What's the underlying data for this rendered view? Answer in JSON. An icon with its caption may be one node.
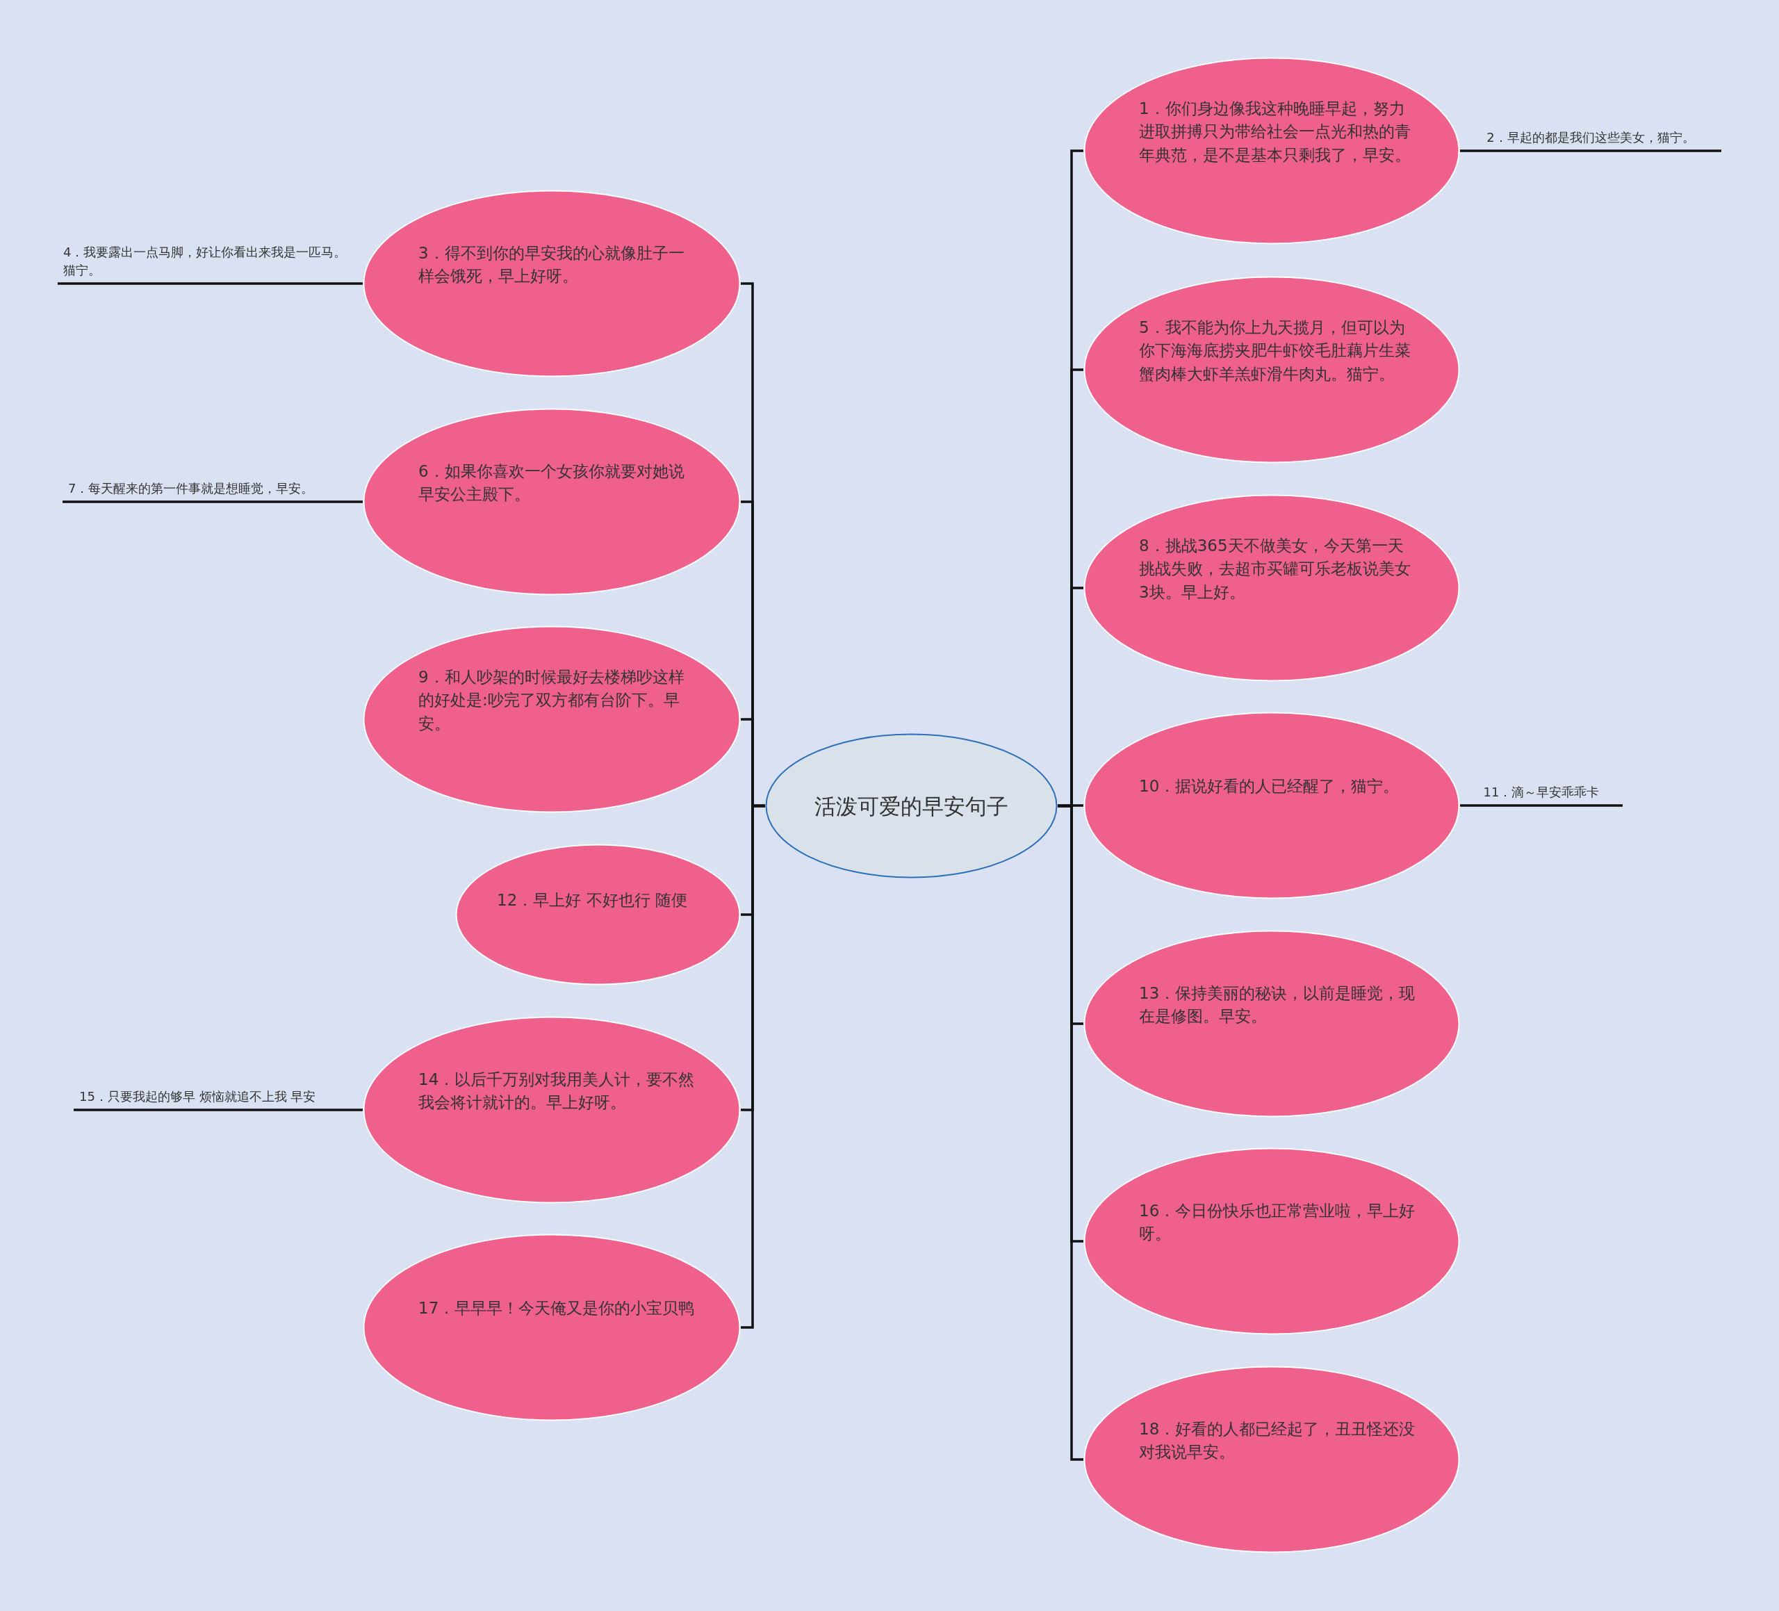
{
  "diagram": {
    "nodes": [
      {
        "text": [
          "活泼可爱的早安句子"
        ]
      },
      {
        "text": [
          "1．你们身边像我这种晚睡早起，努力进取拼搏只为带给社会一点光和热的青年典范，是不是基本只剩我了，早安。"
        ]
      },
      {
        "text": [
          "2．早起的都是我们这些美女，猫宁。"
        ]
      },
      {
        "text": [
          "3．得不到你的早安我的心就像肚子一样会饿死，早上好呀。"
        ]
      },
      {
        "text": [
          "4．我要露出一点马脚，好让你看出来我是一匹马。猫宁。"
        ]
      },
      {
        "text": [
          "5．我不能为你上九天揽月，但可以为你下海海底捞夹肥牛虾饺毛肚藕片生菜蟹肉棒大虾羊羔虾滑牛肉丸。猫宁。"
        ]
      },
      {
        "text": [
          "6．如果你喜欢一个女孩你就要对她说早安公主殿下。"
        ]
      },
      {
        "text": [
          "7．每天醒来的第一件事就是想睡觉，早安。"
        ]
      },
      {
        "text": [
          "8．挑战365天不做美女，今天第一天挑战失败，去超市买罐可乐老板说美女3块。早上好。"
        ]
      },
      {
        "text": [
          "9．和人吵架的时候最好去楼梯吵这样的好处是:吵完了双方都有台阶下。早安。"
        ]
      },
      {
        "text": [
          "10．据说好看的人已经醒了，猫宁。"
        ]
      },
      {
        "text": [
          "11．滴～早安乖乖卡"
        ]
      },
      {
        "text": [
          "12．早上好 不好也行 随便"
        ]
      },
      {
        "text": [
          "13．保持美丽的秘诀，以前是睡觉，现在是修图。早安。"
        ]
      },
      {
        "text": [
          "14．以后千万别对我用美人计，要不然我会将计就计的。早上好呀。"
        ]
      },
      {
        "text": [
          "15．只要我起的够早 烦恼就追不上我 早安"
        ]
      },
      {
        "text": [
          "16．今日份快乐也正常营业啦，早上好呀。"
        ]
      },
      {
        "text": [
          "17．早早早！今天俺又是你的小宝贝鸭"
        ]
      },
      {
        "text": [
          "18．好看的人都已经起了，丑丑怪还没对我说早安。"
        ]
      }
    ],
    "edges": [
      {
        "from": 0,
        "to": 1,
        "arrow": "none"
      },
      {
        "from": 1,
        "to": 2,
        "arrow": "none"
      },
      {
        "from": 0,
        "to": 3,
        "arrow": "none"
      },
      {
        "from": 3,
        "to": 4,
        "arrow": "none"
      },
      {
        "from": 0,
        "to": 5,
        "arrow": "none"
      },
      {
        "from": 0,
        "to": 6,
        "arrow": "none"
      },
      {
        "from": 6,
        "to": 7,
        "arrow": "none"
      },
      {
        "from": 0,
        "to": 8,
        "arrow": "none"
      },
      {
        "from": 0,
        "to": 9,
        "arrow": "none"
      },
      {
        "from": 0,
        "to": 10,
        "arrow": "none"
      },
      {
        "from": 10,
        "to": 11,
        "arrow": "none"
      },
      {
        "from": 0,
        "to": 12,
        "arrow": "none"
      },
      {
        "from": 0,
        "to": 13,
        "arrow": "none"
      },
      {
        "from": 0,
        "to": 14,
        "arrow": "none"
      },
      {
        "from": 14,
        "to": 15,
        "arrow": "none"
      },
      {
        "from": 0,
        "to": 16,
        "arrow": "none"
      },
      {
        "from": 0,
        "to": 17,
        "arrow": "none"
      },
      {
        "from": 0,
        "to": 18,
        "arrow": "none"
      }
    ]
  }
}
